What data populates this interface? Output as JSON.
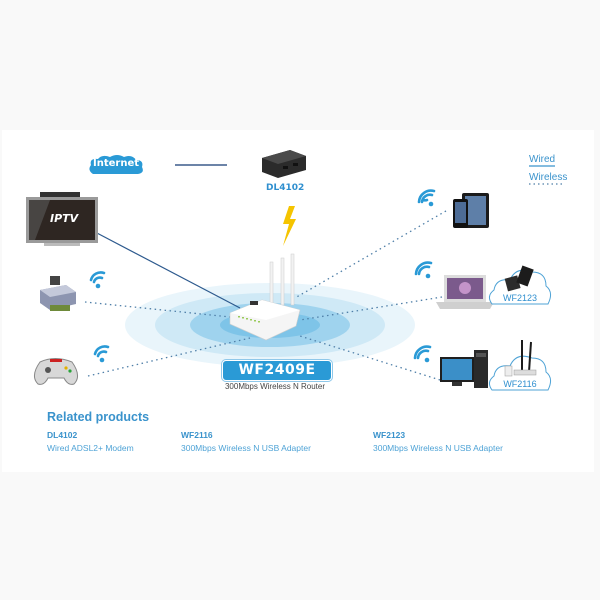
{
  "diagram": {
    "title_node": {
      "label": "Internet"
    },
    "modem": {
      "label": "DL4102"
    },
    "router": {
      "model": "WF2409E",
      "description": "300Mbps Wireless N Router"
    },
    "iptv": {
      "label": "IPTV"
    },
    "adapters": [
      {
        "label": "WF2123"
      },
      {
        "label": "WF2116"
      }
    ],
    "legend": {
      "wired": "Wired",
      "wireless": "Wireless"
    },
    "devices": [
      "tv-iptv",
      "printer",
      "gamepad",
      "smartphone-tablet",
      "laptop",
      "desktop-pc"
    ],
    "colors": {
      "accent": "#2a9ad6",
      "wired_line": "#2d5a8e",
      "wireless_line": "#4f7fa8",
      "lightning": "#f5c400"
    }
  },
  "related": {
    "title": "Related products",
    "items": [
      {
        "name": "DL4102",
        "desc": "Wired ADSL2+ Modem"
      },
      {
        "name": "WF2116",
        "desc": "300Mbps Wireless N USB Adapter"
      },
      {
        "name": "WF2123",
        "desc": "300Mbps Wireless N USB Adapter"
      }
    ]
  }
}
